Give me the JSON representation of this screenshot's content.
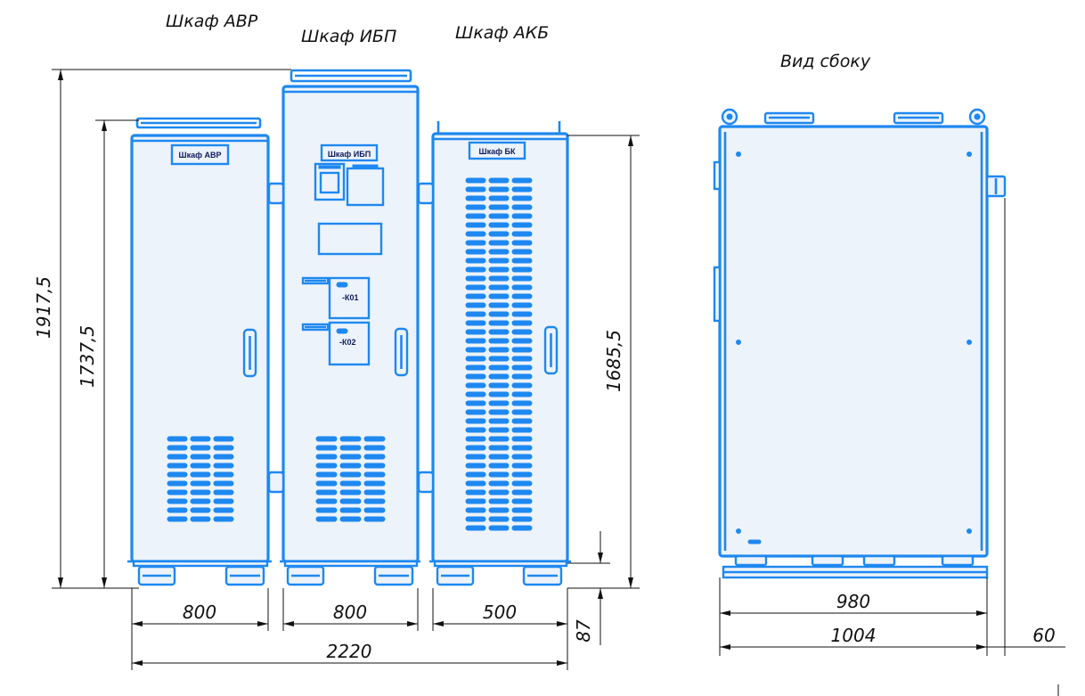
{
  "titles": {
    "avr": "Шкаф АВР",
    "ups": "Шкаф ИБП",
    "akb": "Шкаф АКБ",
    "side": "Вид сбоку"
  },
  "labels": {
    "avr_plate": "Шкаф АВР",
    "ups_plate": "Шкаф ИБП",
    "bk_plate": "Шкаф БК",
    "breaker1": "-К01",
    "breaker2": "-К02"
  },
  "dimensions": {
    "total_height": "1917,5",
    "cabinet_height": "1737,5",
    "akb_height": "1685,5",
    "plinth": "87",
    "avr_width": "800",
    "ups_width": "800",
    "akb_width": "500",
    "total_width": "2220",
    "side_inner_depth": "980",
    "side_depth": "1004",
    "side_extra": "60"
  },
  "colors": {
    "cabinet_outline": "#1e88f0",
    "cabinet_fill": "#edf3fa",
    "dimension_line": "#111111"
  }
}
